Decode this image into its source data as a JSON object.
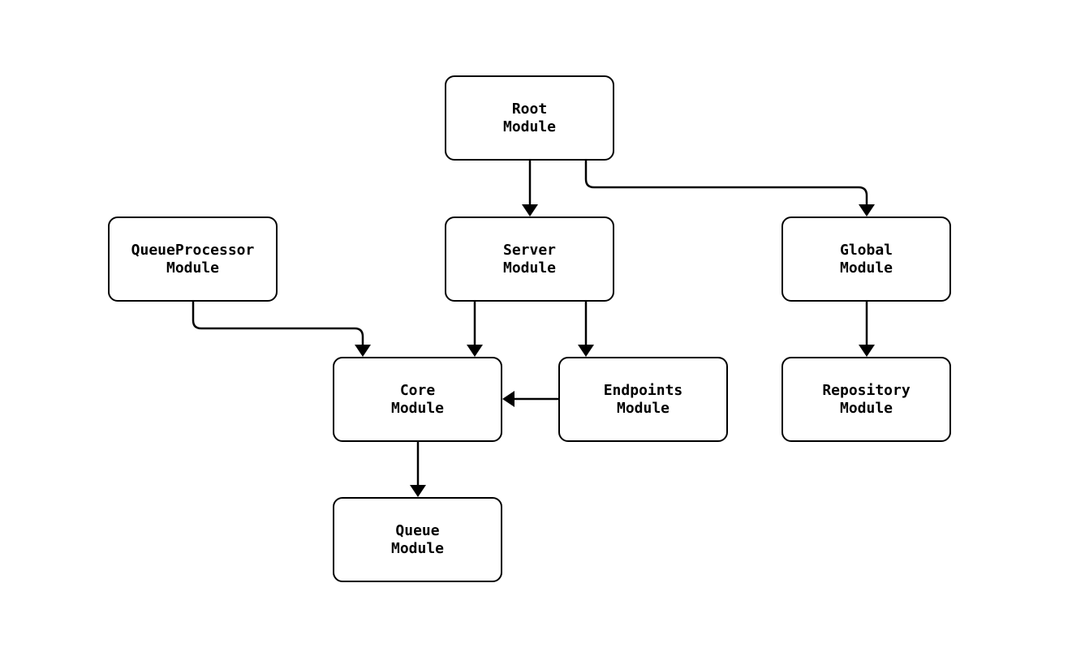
{
  "diagram": {
    "kind": "module-dependency-diagram",
    "colors": {
      "background": "#ffffff",
      "node_fill": "#ffffff",
      "stroke": "#000000",
      "text": "#000000"
    },
    "nodes": [
      {
        "id": "root",
        "line1": "Root",
        "line2": "Module"
      },
      {
        "id": "queueprocessor",
        "line1": "QueueProcessor",
        "line2": "Module"
      },
      {
        "id": "server",
        "line1": "Server",
        "line2": "Module"
      },
      {
        "id": "global",
        "line1": "Global",
        "line2": "Module"
      },
      {
        "id": "core",
        "line1": "Core",
        "line2": "Module"
      },
      {
        "id": "endpoints",
        "line1": "Endpoints",
        "line2": "Module"
      },
      {
        "id": "repository",
        "line1": "Repository",
        "line2": "Module"
      },
      {
        "id": "queue",
        "line1": "Queue",
        "line2": "Module"
      }
    ],
    "edges": [
      {
        "from": "root",
        "to": "server"
      },
      {
        "from": "root",
        "to": "global"
      },
      {
        "from": "queueprocessor",
        "to": "core"
      },
      {
        "from": "server",
        "to": "core"
      },
      {
        "from": "server",
        "to": "endpoints"
      },
      {
        "from": "endpoints",
        "to": "core"
      },
      {
        "from": "global",
        "to": "repository"
      },
      {
        "from": "core",
        "to": "queue"
      }
    ]
  }
}
